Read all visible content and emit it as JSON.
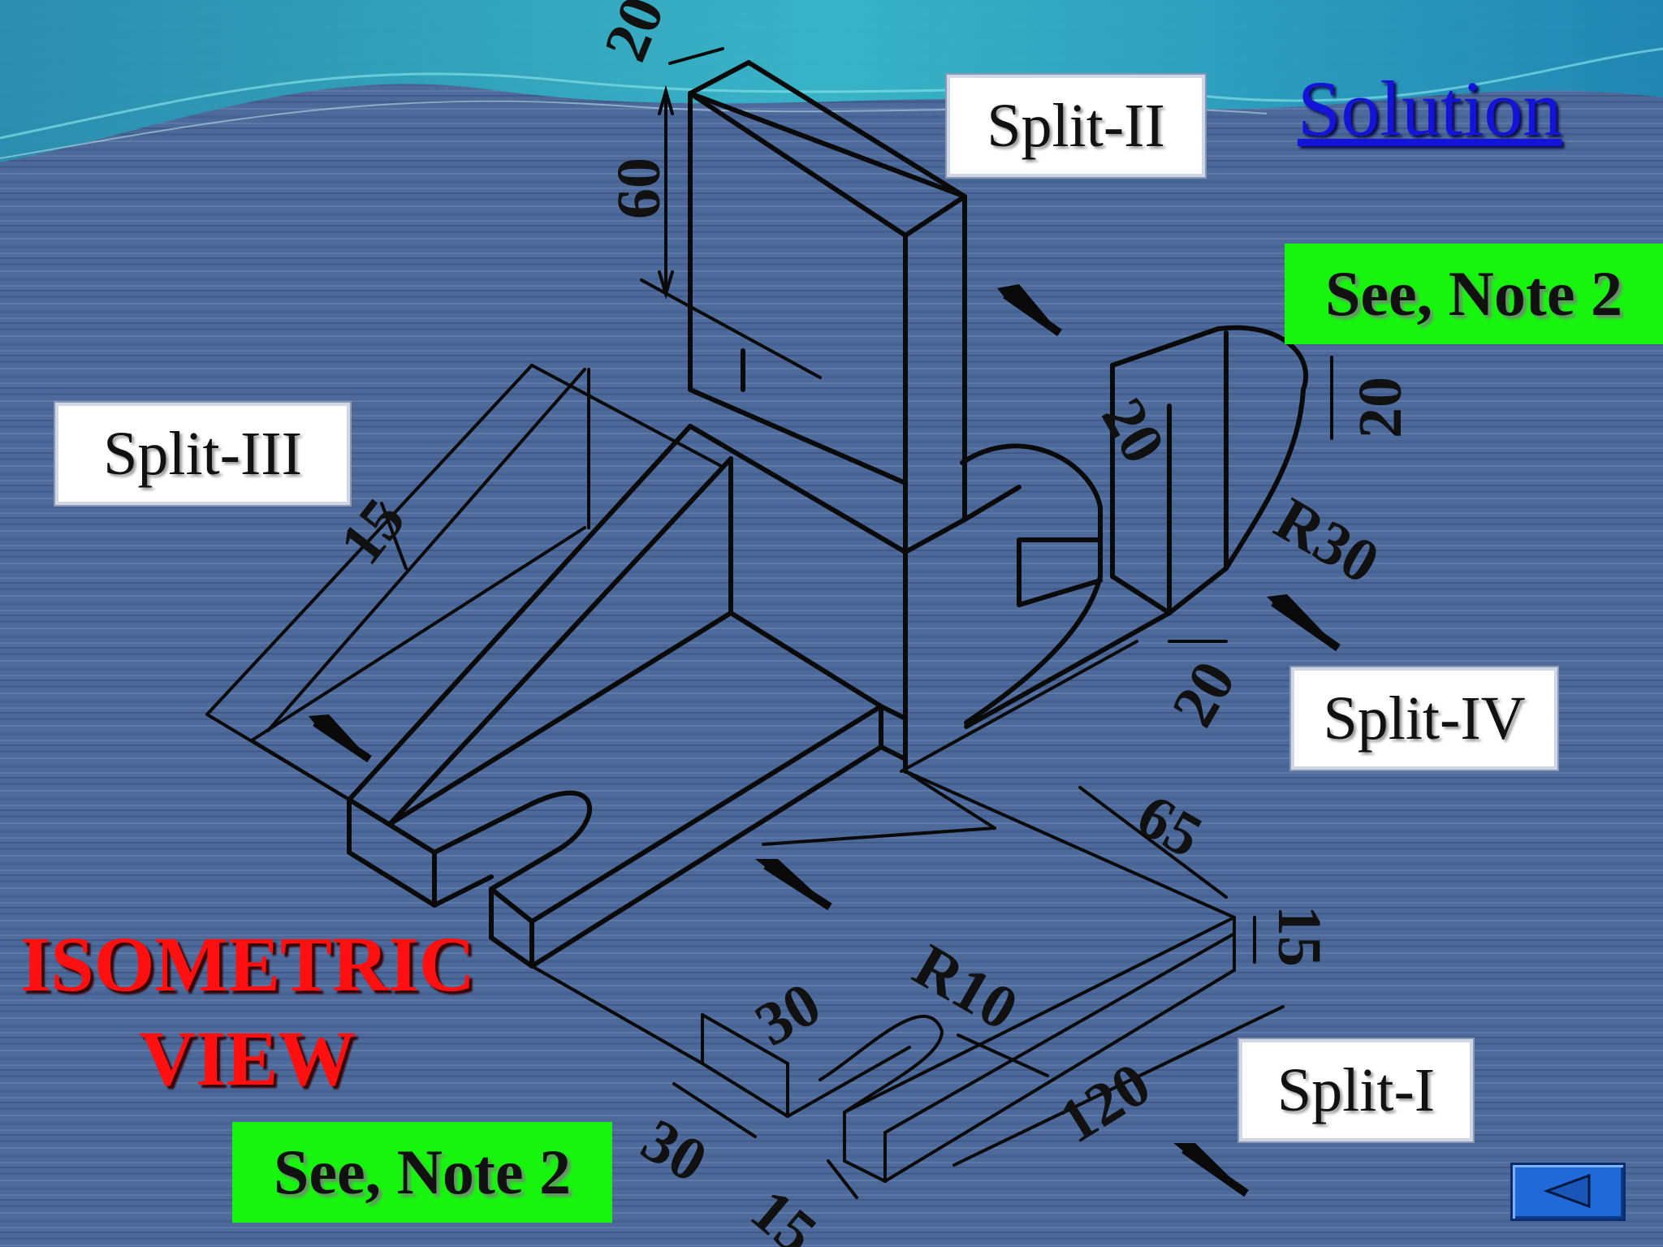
{
  "title": "Solution",
  "labels": {
    "split_1": "Split-I",
    "split_2": "Split-II",
    "split_3": "Split-III",
    "split_4": "Split-IV"
  },
  "notes": {
    "top_right": "See, Note 2",
    "bottom_left": "See, Note 2"
  },
  "view_title": {
    "line1": "ISOMETRIC",
    "line2": "VIEW"
  },
  "dimensions": {
    "upright_thickness": "20",
    "upright_height": "60",
    "rib_width": "15",
    "boss_length": "20",
    "boss_height": "20",
    "boss_radius": "R30",
    "boss_depth": "20",
    "base_length": "65",
    "base_thickness": "15",
    "base_width": "120",
    "slot_radius": "R10",
    "slot_offset": "30",
    "slot_width": "30",
    "base_edge": "15"
  },
  "colors": {
    "title": "#1414d9",
    "view_title": "#ff1010",
    "note_bg": "#17f50f",
    "background": "#4d6a9a",
    "back_button": "#1f6ad8"
  },
  "icons": {
    "back": "triangle-left-icon"
  }
}
